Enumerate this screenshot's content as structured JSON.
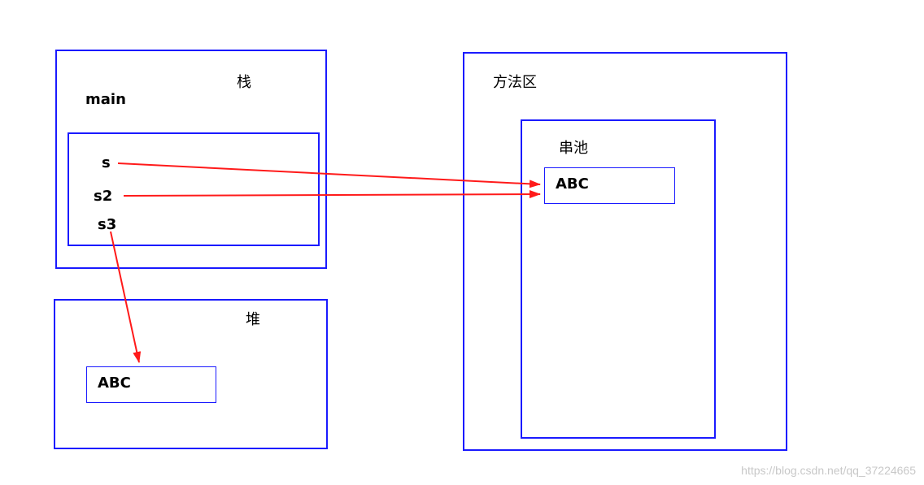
{
  "stack": {
    "title": "栈",
    "frame_label": "main",
    "vars": [
      "s",
      "s2",
      "s3"
    ]
  },
  "heap": {
    "title": "堆",
    "object_value": "ABC"
  },
  "method_area": {
    "title": "方法区",
    "pool": {
      "title": "串池",
      "object_value": "ABC"
    }
  },
  "arrows": [
    {
      "from": "s",
      "to": "pool-abc"
    },
    {
      "from": "s2",
      "to": "pool-abc"
    },
    {
      "from": "s3",
      "to": "heap-abc"
    }
  ],
  "colors": {
    "box_border": "#1a1aff",
    "arrow": "#ff1a1a",
    "text": "#000000"
  },
  "watermark": "https://blog.csdn.net/qq_37224665"
}
